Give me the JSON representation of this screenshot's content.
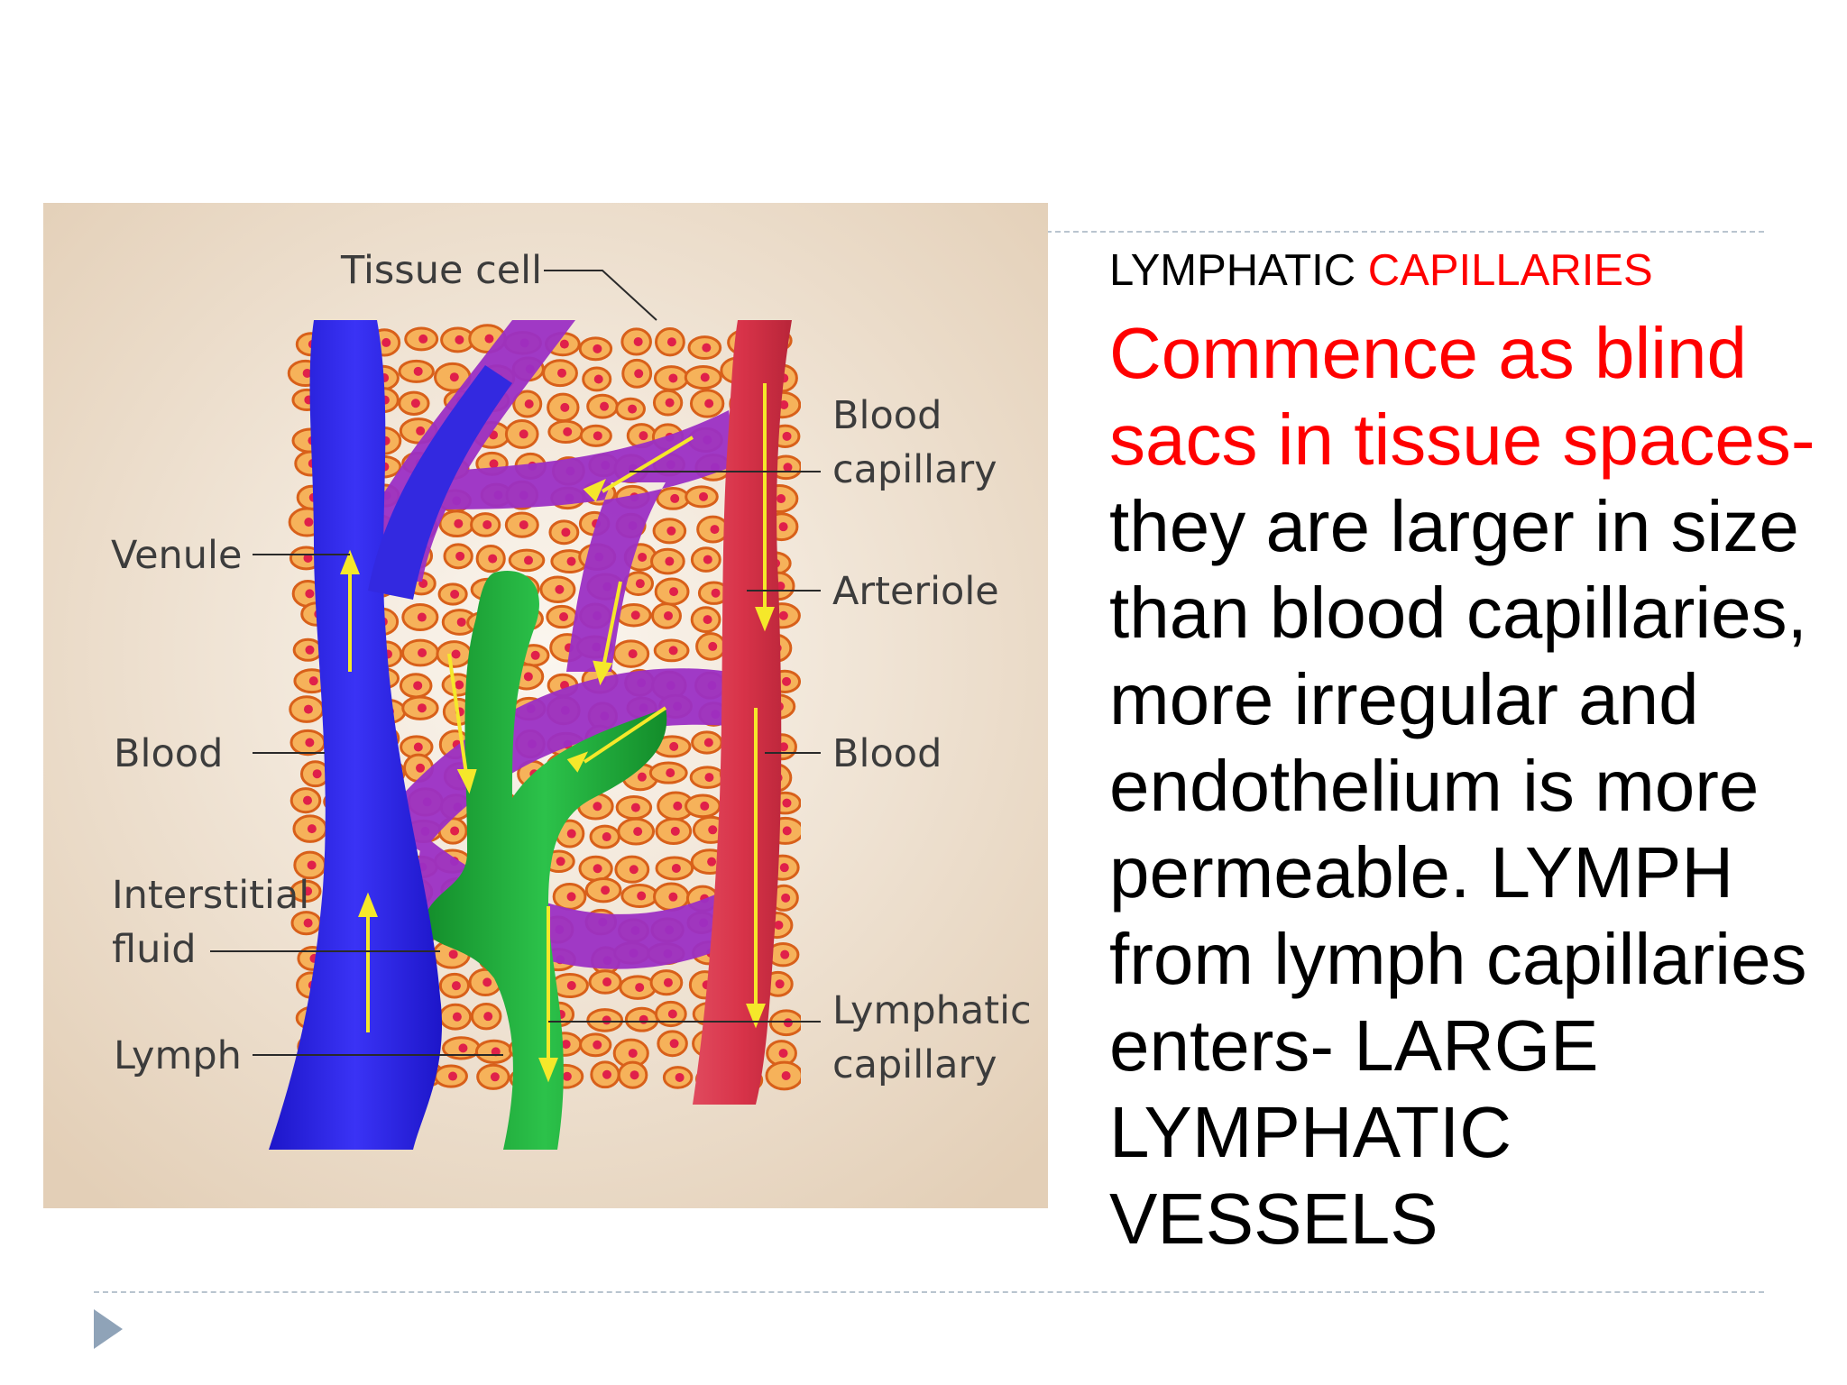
{
  "slide": {
    "heading": {
      "black": "LYMPHATIC ",
      "red": "CAPILLARIES"
    },
    "body": {
      "red_lines": [
        "Commence as blind",
        "sacs in tissue spaces-"
      ],
      "black_text": "they are larger  in size than blood capillaries, more irregular and endothelium is more permeable.  LYMPH from lymph capillaries enters- LARGE LYMPHATIC VESSELS"
    }
  },
  "figure": {
    "labels": {
      "tissue_cell": "Tissue cell",
      "blood_capillary": [
        "Blood",
        "capillary"
      ],
      "venule": "Venule",
      "arteriole": "Arteriole",
      "blood_left": "Blood",
      "blood_right": "Blood",
      "interstitial_fluid": [
        "Interstitial",
        "fluid"
      ],
      "lymph": "Lymph",
      "lymphatic_capillary": [
        "Lymphatic",
        "capillary"
      ]
    },
    "colors": {
      "venule": "#2b23e8",
      "arteriole": "#d8384f",
      "capillary": "#9b2fc4",
      "lymphatic": "#1fa83a",
      "flow_arrows": "#f5e82a",
      "tissue_cells": "#e8741e",
      "background": "#e9dccb"
    }
  },
  "colors": {
    "accent_red": "#ff0000",
    "rule": "#b9c4cf",
    "bullet": "#8fa3b8"
  }
}
